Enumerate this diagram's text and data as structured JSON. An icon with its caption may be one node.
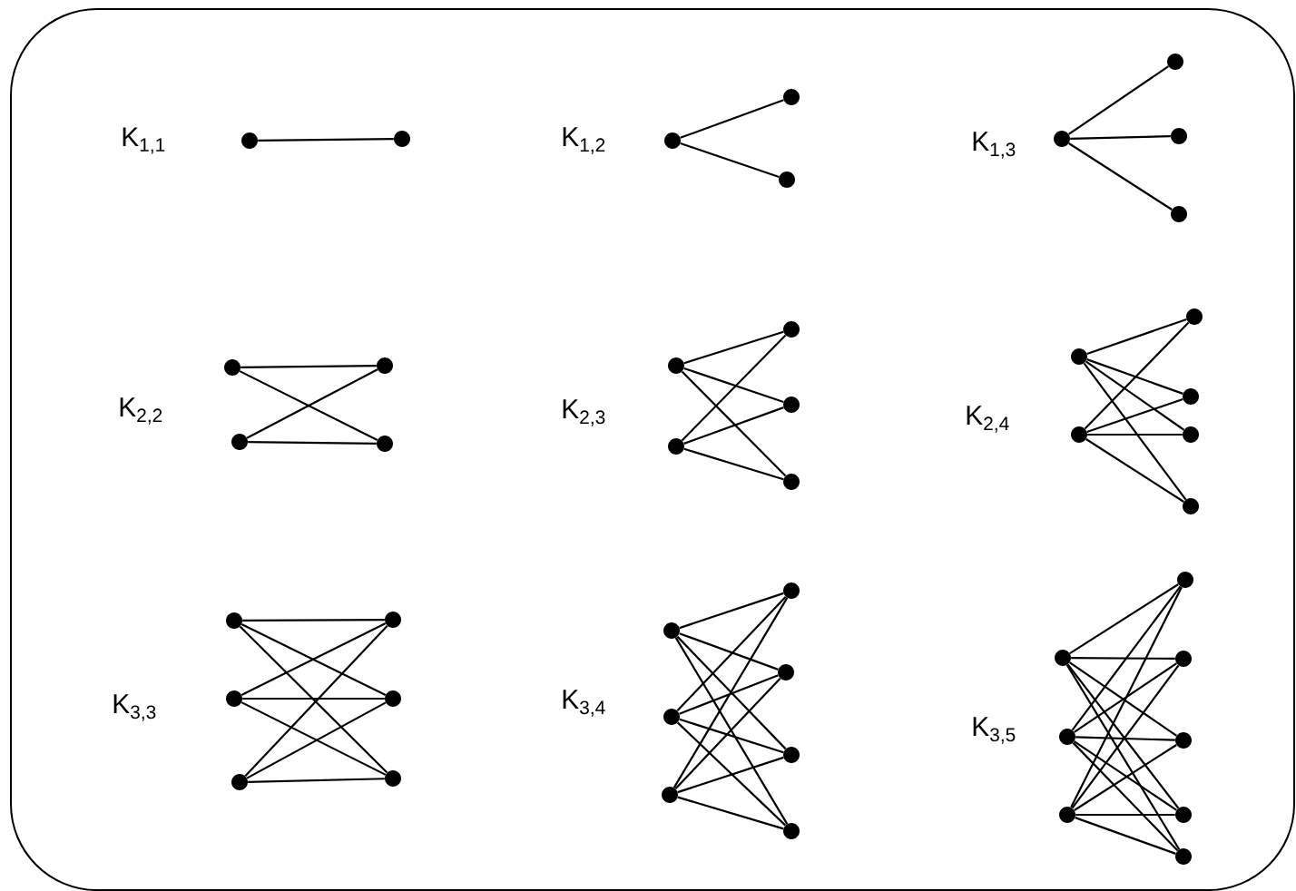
{
  "diagram": {
    "nodes": [
      {
        "text": [],
        "shape": "circle"
      },
      {
        "text": [],
        "shape": "circle"
      },
      {
        "text": [],
        "shape": "circle"
      },
      {
        "text": [],
        "shape": "circle"
      },
      {
        "text": [],
        "shape": "circle"
      },
      {
        "text": [],
        "shape": "circle"
      },
      {
        "text": [],
        "shape": "circle"
      },
      {
        "text": [],
        "shape": "circle"
      },
      {
        "text": [],
        "shape": "circle"
      },
      {
        "text": [],
        "shape": "circle"
      },
      {
        "text": [],
        "shape": "circle"
      },
      {
        "text": [],
        "shape": "circle"
      },
      {
        "text": [],
        "shape": "circle"
      },
      {
        "text": [],
        "shape": "circle"
      },
      {
        "text": [],
        "shape": "circle"
      },
      {
        "text": [],
        "shape": "circle"
      },
      {
        "text": [],
        "shape": "circle"
      },
      {
        "text": [],
        "shape": "circle"
      },
      {
        "text": [],
        "shape": "circle"
      },
      {
        "text": [],
        "shape": "circle"
      },
      {
        "text": [],
        "shape": "circle"
      },
      {
        "text": [],
        "shape": "circle"
      },
      {
        "text": [],
        "shape": "circle"
      },
      {
        "text": [],
        "shape": "circle"
      },
      {
        "text": [],
        "shape": "circle"
      },
      {
        "text": [],
        "shape": "circle"
      },
      {
        "text": [],
        "shape": "circle"
      },
      {
        "text": [],
        "shape": "circle"
      },
      {
        "text": [],
        "shape": "circle"
      },
      {
        "text": [],
        "shape": "circle"
      },
      {
        "text": [],
        "shape": "circle"
      },
      {
        "text": [],
        "shape": "circle"
      },
      {
        "text": [],
        "shape": "circle"
      },
      {
        "text": [],
        "shape": "circle"
      },
      {
        "text": [],
        "shape": "circle"
      },
      {
        "text": [],
        "shape": "circle"
      },
      {
        "text": [],
        "shape": "circle"
      },
      {
        "text": [],
        "shape": "circle"
      },
      {
        "text": [],
        "shape": "circle"
      },
      {
        "text": [],
        "shape": "circle"
      },
      {
        "text": [],
        "shape": "circle"
      },
      {
        "text": [],
        "shape": "circle"
      },
      {
        "text": [],
        "shape": "circle"
      },
      {
        "text": [],
        "shape": "circle"
      },
      {
        "text": [],
        "shape": "circle"
      }
    ],
    "edges": [
      {
        "from": 0,
        "to": 1,
        "arrow": "none"
      },
      {
        "from": 2,
        "to": 3,
        "arrow": "none"
      },
      {
        "from": 2,
        "to": 4,
        "arrow": "none"
      },
      {
        "from": 5,
        "to": 6,
        "arrow": "none"
      },
      {
        "from": 5,
        "to": 7,
        "arrow": "none"
      },
      {
        "from": 5,
        "to": 8,
        "arrow": "none"
      },
      {
        "from": 9,
        "to": 11,
        "arrow": "none"
      },
      {
        "from": 9,
        "to": 12,
        "arrow": "none"
      },
      {
        "from": 10,
        "to": 11,
        "arrow": "none"
      },
      {
        "from": 10,
        "to": 12,
        "arrow": "none"
      },
      {
        "from": 13,
        "to": 15,
        "arrow": "none"
      },
      {
        "from": 13,
        "to": 16,
        "arrow": "none"
      },
      {
        "from": 13,
        "to": 17,
        "arrow": "none"
      },
      {
        "from": 14,
        "to": 15,
        "arrow": "none"
      },
      {
        "from": 14,
        "to": 16,
        "arrow": "none"
      },
      {
        "from": 14,
        "to": 17,
        "arrow": "none"
      },
      {
        "from": 18,
        "to": 20,
        "arrow": "none"
      },
      {
        "from": 18,
        "to": 21,
        "arrow": "none"
      },
      {
        "from": 18,
        "to": 22,
        "arrow": "none"
      },
      {
        "from": 18,
        "to": 23,
        "arrow": "none"
      },
      {
        "from": 19,
        "to": 20,
        "arrow": "none"
      },
      {
        "from": 19,
        "to": 21,
        "arrow": "none"
      },
      {
        "from": 19,
        "to": 22,
        "arrow": "none"
      },
      {
        "from": 19,
        "to": 23,
        "arrow": "none"
      },
      {
        "from": 24,
        "to": 27,
        "arrow": "none"
      },
      {
        "from": 24,
        "to": 28,
        "arrow": "none"
      },
      {
        "from": 24,
        "to": 29,
        "arrow": "none"
      },
      {
        "from": 25,
        "to": 27,
        "arrow": "none"
      },
      {
        "from": 25,
        "to": 28,
        "arrow": "none"
      },
      {
        "from": 25,
        "to": 29,
        "arrow": "none"
      },
      {
        "from": 26,
        "to": 27,
        "arrow": "none"
      },
      {
        "from": 26,
        "to": 28,
        "arrow": "none"
      },
      {
        "from": 26,
        "to": 29,
        "arrow": "none"
      },
      {
        "from": 30,
        "to": 33,
        "arrow": "none"
      },
      {
        "from": 30,
        "to": 34,
        "arrow": "none"
      },
      {
        "from": 30,
        "to": 35,
        "arrow": "none"
      },
      {
        "from": 30,
        "to": 36,
        "arrow": "none"
      },
      {
        "from": 31,
        "to": 33,
        "arrow": "none"
      },
      {
        "from": 31,
        "to": 34,
        "arrow": "none"
      },
      {
        "from": 31,
        "to": 35,
        "arrow": "none"
      },
      {
        "from": 31,
        "to": 36,
        "arrow": "none"
      },
      {
        "from": 32,
        "to": 33,
        "arrow": "none"
      },
      {
        "from": 32,
        "to": 34,
        "arrow": "none"
      },
      {
        "from": 32,
        "to": 35,
        "arrow": "none"
      },
      {
        "from": 32,
        "to": 36,
        "arrow": "none"
      },
      {
        "from": 37,
        "to": 40,
        "arrow": "none"
      },
      {
        "from": 37,
        "to": 41,
        "arrow": "none"
      },
      {
        "from": 37,
        "to": 42,
        "arrow": "none"
      },
      {
        "from": 37,
        "to": 43,
        "arrow": "none"
      },
      {
        "from": 37,
        "to": 44,
        "arrow": "none"
      },
      {
        "from": 38,
        "to": 40,
        "arrow": "none"
      },
      {
        "from": 38,
        "to": 41,
        "arrow": "none"
      },
      {
        "from": 38,
        "to": 42,
        "arrow": "none"
      },
      {
        "from": 38,
        "to": 43,
        "arrow": "none"
      },
      {
        "from": 38,
        "to": 44,
        "arrow": "none"
      },
      {
        "from": 39,
        "to": 40,
        "arrow": "none"
      },
      {
        "from": 39,
        "to": 41,
        "arrow": "none"
      },
      {
        "from": 39,
        "to": 42,
        "arrow": "none"
      },
      {
        "from": 39,
        "to": 43,
        "arrow": "none"
      },
      {
        "from": 39,
        "to": 44,
        "arrow": "none"
      }
    ],
    "labels": [
      "K$_{1,1}$",
      "K$_{1,2}$",
      "K$_{1,3}$",
      "K$_{2,2}$",
      "K$_{2,3}$",
      "K$_{2,4}$",
      "K$_{3,3}$",
      "K$_{3,4}$",
      "K$_{3,5}$"
    ]
  }
}
